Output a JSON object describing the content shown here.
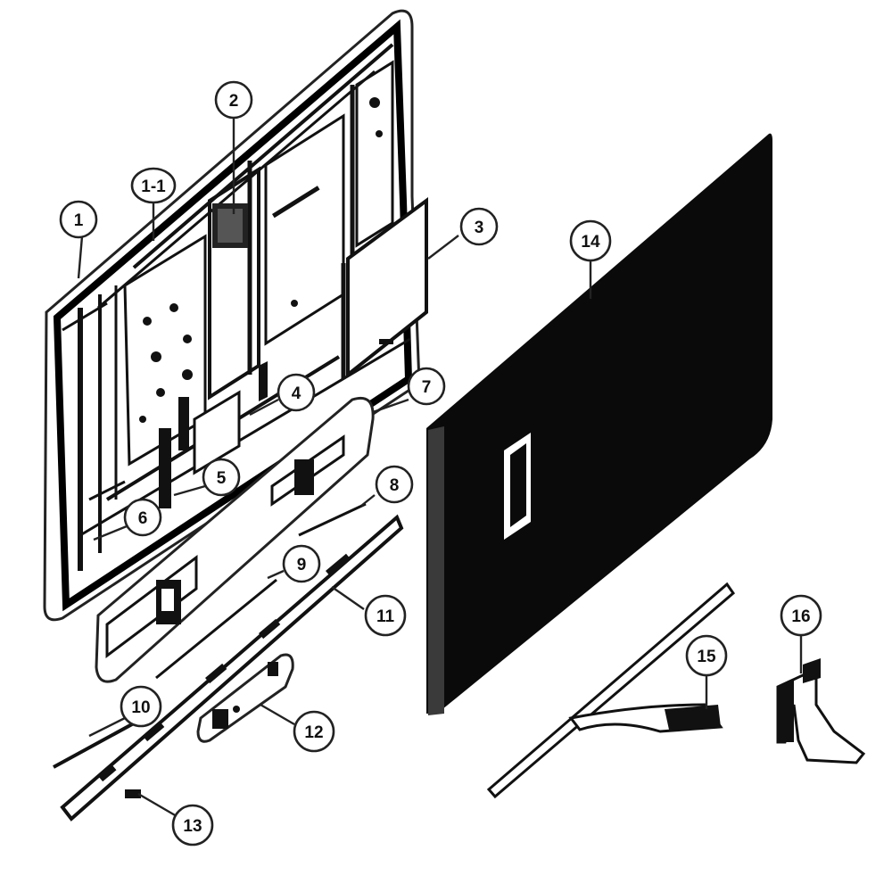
{
  "diagram": {
    "callouts": [
      {
        "id": "1",
        "label": "1"
      },
      {
        "id": "1-1",
        "label": "1-1"
      },
      {
        "id": "2",
        "label": "2"
      },
      {
        "id": "3",
        "label": "3"
      },
      {
        "id": "4",
        "label": "4"
      },
      {
        "id": "5",
        "label": "5"
      },
      {
        "id": "6",
        "label": "6"
      },
      {
        "id": "7",
        "label": "7"
      },
      {
        "id": "8",
        "label": "8"
      },
      {
        "id": "9",
        "label": "9"
      },
      {
        "id": "10",
        "label": "10"
      },
      {
        "id": "11",
        "label": "11"
      },
      {
        "id": "12",
        "label": "12"
      },
      {
        "id": "13",
        "label": "13"
      },
      {
        "id": "14",
        "label": "14"
      },
      {
        "id": "15",
        "label": "15"
      },
      {
        "id": "16",
        "label": "16"
      }
    ],
    "colors": {
      "ink": "#111111",
      "panel": "#0a0a0a",
      "paper": "#ffffff"
    }
  }
}
